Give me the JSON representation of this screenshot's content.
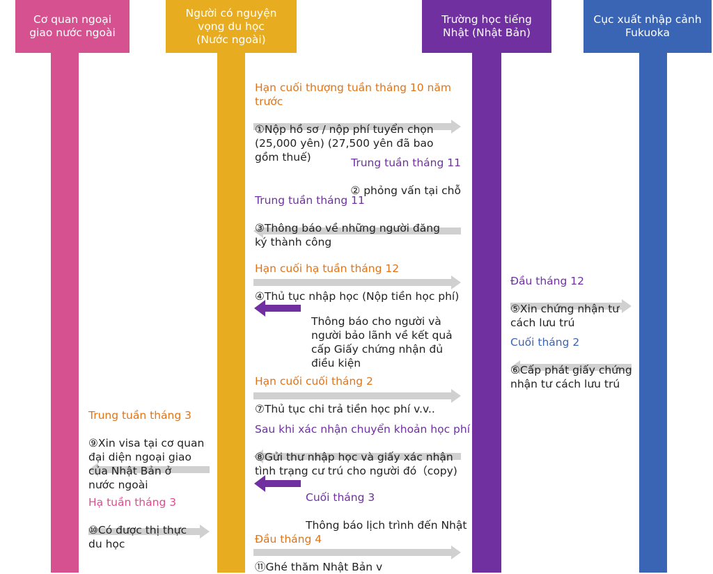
{
  "columns": {
    "embassy": {
      "label": "Cơ quan ngoại\ngiao nước ngoài",
      "color": "#d6518f"
    },
    "applicant": {
      "label": "Người có nguyện\nvọng du học\n(Nước ngoài)",
      "color": "#e8ac20"
    },
    "school": {
      "label": "Trường học tiếng\nNhật (Nhật Bản)",
      "color": "#7030a0"
    },
    "immigration": {
      "label": "Cục xuất nhập cảnh\nFukuoka",
      "color": "#3a64b4"
    }
  },
  "colors": {
    "gray_arrow": "#d0d0d0",
    "purple_arrow": "#7030a0",
    "orange": "#e07418",
    "purple": "#7030a0",
    "blue": "#3a64b4",
    "pink": "#d6508e"
  },
  "steps": {
    "s1": {
      "when": "Hạn cuối thượng tuần tháng 10 năm trước",
      "text": "①Nộp hồ sơ / nộp phí tuyển chọn\n  (25,000 yên) (27,500 yên đã bao\n  gồm thuế)"
    },
    "s2": {
      "when": "Trung tuần tháng 11",
      "text": "② phỏng vấn tại chỗ"
    },
    "s3": {
      "when": "Trung tuần tháng 11",
      "text": "③Thông báo về những người đăng\n   ký thành công"
    },
    "s4": {
      "when": "Hạn cuối hạ tuần tháng 12",
      "text": "④Thủ tục nhập học (Nộp tiền học phí)"
    },
    "s5": {
      "when": "Đầu tháng 12",
      "text": "⑤Xin chứng nhận tư\n   cách lưu trú"
    },
    "notice_result": {
      "text": "Thông báo cho người và\nngười bảo lãnh về kết quả\ncấp Giấy chứng nhận đủ\nđiều kiện"
    },
    "s6": {
      "when": "Cuối tháng 2",
      "text": "⑥Cấp phát giấy chứng\n   nhận tư cách lưu trú"
    },
    "s7": {
      "when": "Hạn cuối cuối tháng 2",
      "text": "⑦Thủ tục chi trả tiền học phí v.v.."
    },
    "s8": {
      "when": "Sau khi xác nhận chuyển khoản học phí",
      "text": "⑧Gửi thư nhập học và giấy xác nhận\n   tình trạng cư trú cho người đó（copy)"
    },
    "s9": {
      "when": "Trung tuần tháng 3",
      "text": "⑨Xin visa tại cơ quan\n   đại diện ngoại giao\n   của Nhật Bản ở\n   nước ngoài"
    },
    "notice_schedule": {
      "when": "Cuối tháng 3",
      "text": "Thông báo lịch trình đến Nhật"
    },
    "s10": {
      "when": "Hạ tuần tháng 3",
      "text": "⑩Có được thị thực\n   du học"
    },
    "s11": {
      "when": "Đầu tháng 4",
      "text": "⑪Ghé thăm Nhật Bản v"
    }
  }
}
